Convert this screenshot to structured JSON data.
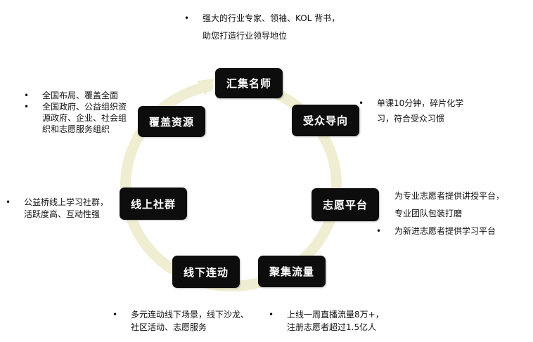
{
  "colors": {
    "ring": "#efedd2",
    "node_bg": "#0d0d0d",
    "node_text": "#ffffff"
  },
  "nodes": {
    "huiji": "汇集名师",
    "shouzhong": "受众导向",
    "zhiyuan": "志愿平台",
    "juji": "聚集流量",
    "xianxia": "线下连动",
    "xianshang": "线上社群",
    "fugai": "覆盖资源"
  },
  "notes": {
    "top": {
      "line1": "强大的行业专家、领袖、KOL 背书，",
      "line2": "助您打造行业领导地位"
    },
    "upper_right": {
      "line1": "单课10分钟，碎片化学",
      "line2": "习，符合受众习惯"
    },
    "upper_left": {
      "item1": "全国布局、覆盖全面",
      "item2_l1": "全国政府、公益组织资",
      "item2_l2": "源政府、企业、社会组",
      "item2_l3": "织和志愿服务组织"
    },
    "mid_left": {
      "line1": "公益桥线上学习社群，",
      "line2": "活跃度高、互动性强"
    },
    "mid_right": {
      "item1_l1": "为专业志愿者提供讲授平台，",
      "item1_l2": "专业团队包装打磨",
      "item2": "为新进志愿者提供学习平台"
    },
    "bottom_left": {
      "line1": "多元连动线下场景，线下沙龙、",
      "line2": "社区活动、志愿服务"
    },
    "bottom_right": {
      "line1": "上线一周直播流量8万+，",
      "line2": "注册志愿者超过1.5亿人"
    }
  }
}
